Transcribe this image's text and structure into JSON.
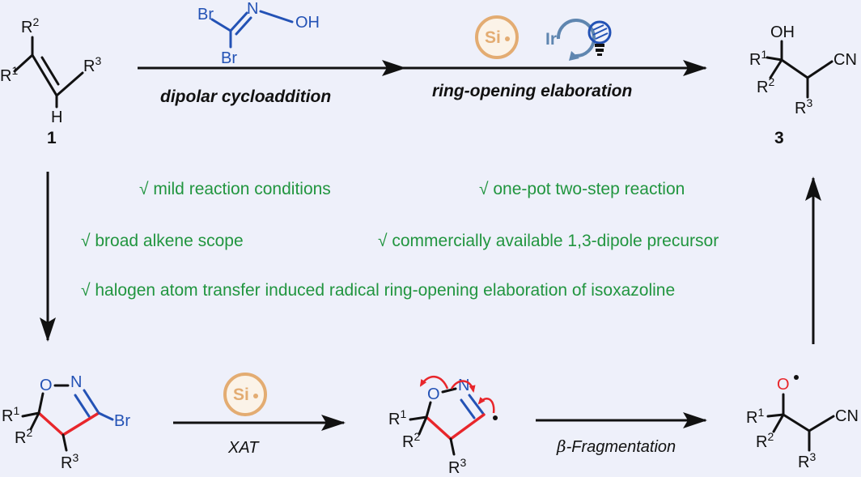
{
  "compounds": {
    "alkene": {
      "number": "1",
      "r1": "R",
      "r1_sup": "1",
      "r2": "R",
      "r2_sup": "2",
      "r3": "R",
      "r3_sup": "3",
      "h": "H"
    },
    "oxime": {
      "br_top": "Br",
      "br_bottom": "Br",
      "n": "N",
      "oh": "OH"
    },
    "product": {
      "number": "3",
      "oh": "OH",
      "cn": "CN",
      "r1": "R",
      "r1_sup": "1",
      "r2": "R",
      "r2_sup": "2",
      "r3": "R",
      "r3_sup": "3"
    },
    "isoxazoline": {
      "o": "O",
      "n": "N",
      "br": "Br",
      "r1": "R",
      "r1_sup": "1",
      "r2": "R",
      "r2_sup": "2",
      "r3": "R",
      "r3_sup": "3"
    },
    "imidoyl_radical": {
      "o": "O",
      "n": "N",
      "r1": "R",
      "r1_sup": "1",
      "r2": "R",
      "r2_sup": "2",
      "r3": "R",
      "r3_sup": "3"
    },
    "alkoxy_radical": {
      "o": "O",
      "cn": "CN",
      "r1": "R",
      "r1_sup": "1",
      "r2": "R",
      "r2_sup": "2",
      "r3": "R",
      "r3_sup": "3"
    }
  },
  "conditions": {
    "step1": "dipolar cycloaddition",
    "step2": "ring-opening elaboration",
    "xat": "XAT",
    "beta_prefix": "β",
    "beta_rest": "-Fragmentation"
  },
  "badges": {
    "silyl": "Si",
    "iridium": "Ir"
  },
  "features": [
    "√ mild reaction conditions",
    "√ one-pot two-step reaction",
    "√ broad alkene scope",
    "√ commercially available 1,3-dipole precursor",
    "√ halogen atom transfer induced radical ring-opening elaboration of isoxazoline"
  ],
  "colors": {
    "background": "#eef0fa",
    "feature_green": "#21953f",
    "atom_blue": "#2352b5",
    "bond_red": "#e8262b",
    "silyl_orange": "#e3ac72",
    "iridium_steel": "#5f86b0"
  }
}
